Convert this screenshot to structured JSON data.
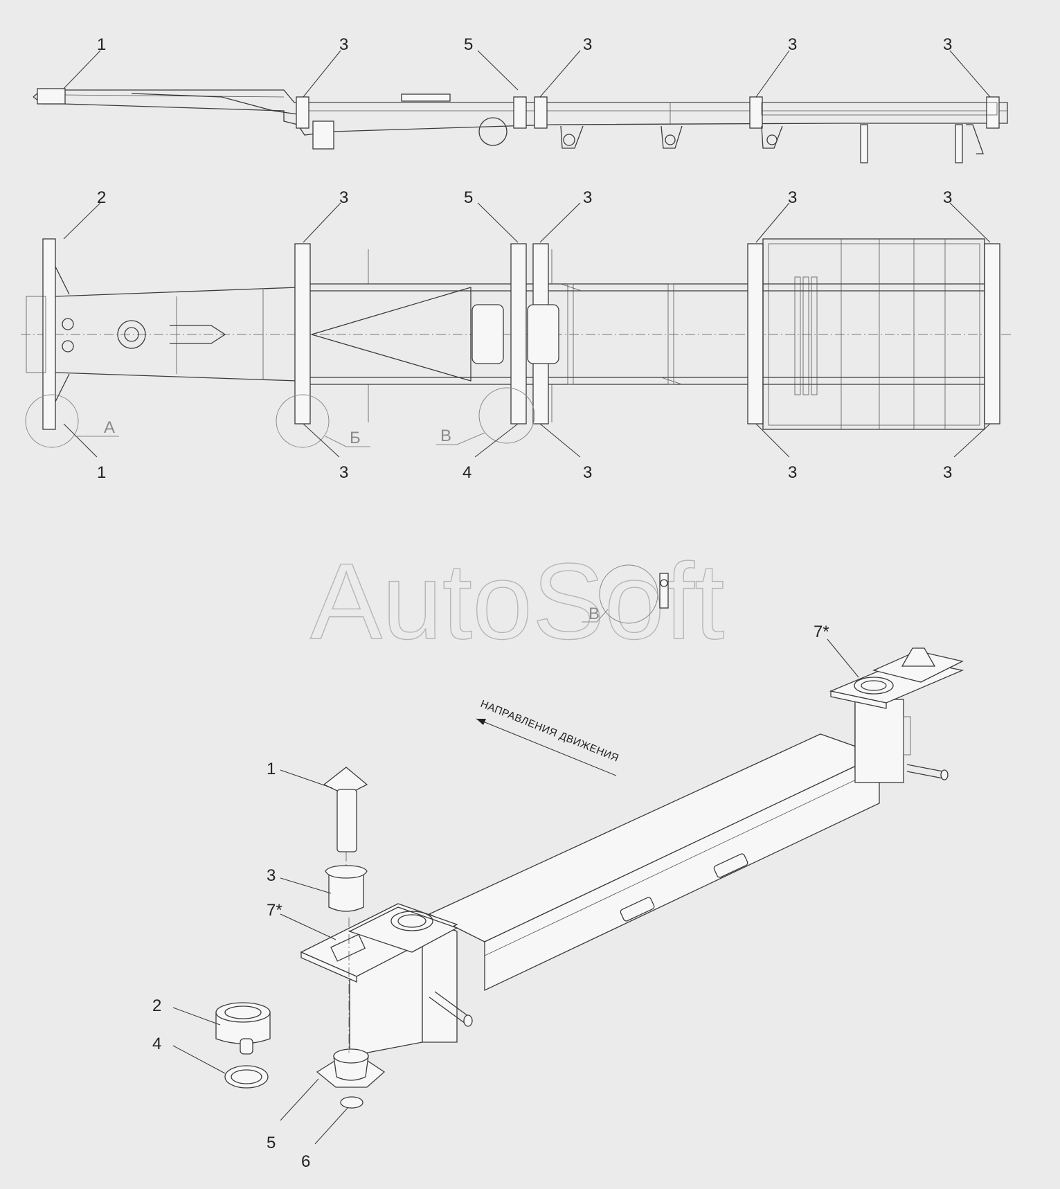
{
  "watermark": "AutoSoft",
  "direction_label": "НАПРАВЛЕНИЯ ДВИЖЕНИЯ",
  "side_view": {
    "callouts": [
      "1",
      "3",
      "5",
      "3",
      "3",
      "3"
    ]
  },
  "top_view": {
    "callouts_top": [
      "2",
      "3",
      "5",
      "3",
      "3",
      "3"
    ],
    "callouts_bottom": [
      "1",
      "3",
      "4",
      "3",
      "3",
      "3"
    ],
    "detail_views": [
      "А",
      "Б",
      "В"
    ]
  },
  "detail_inset": {
    "view_label": "В"
  },
  "iso_view": {
    "callouts": [
      "1",
      "3",
      "7*",
      "2",
      "4",
      "5",
      "6",
      "7*"
    ]
  },
  "colors": {
    "background": "#ebebeb",
    "line": "#3a3a3a",
    "watermark": "#b5b5b5"
  }
}
